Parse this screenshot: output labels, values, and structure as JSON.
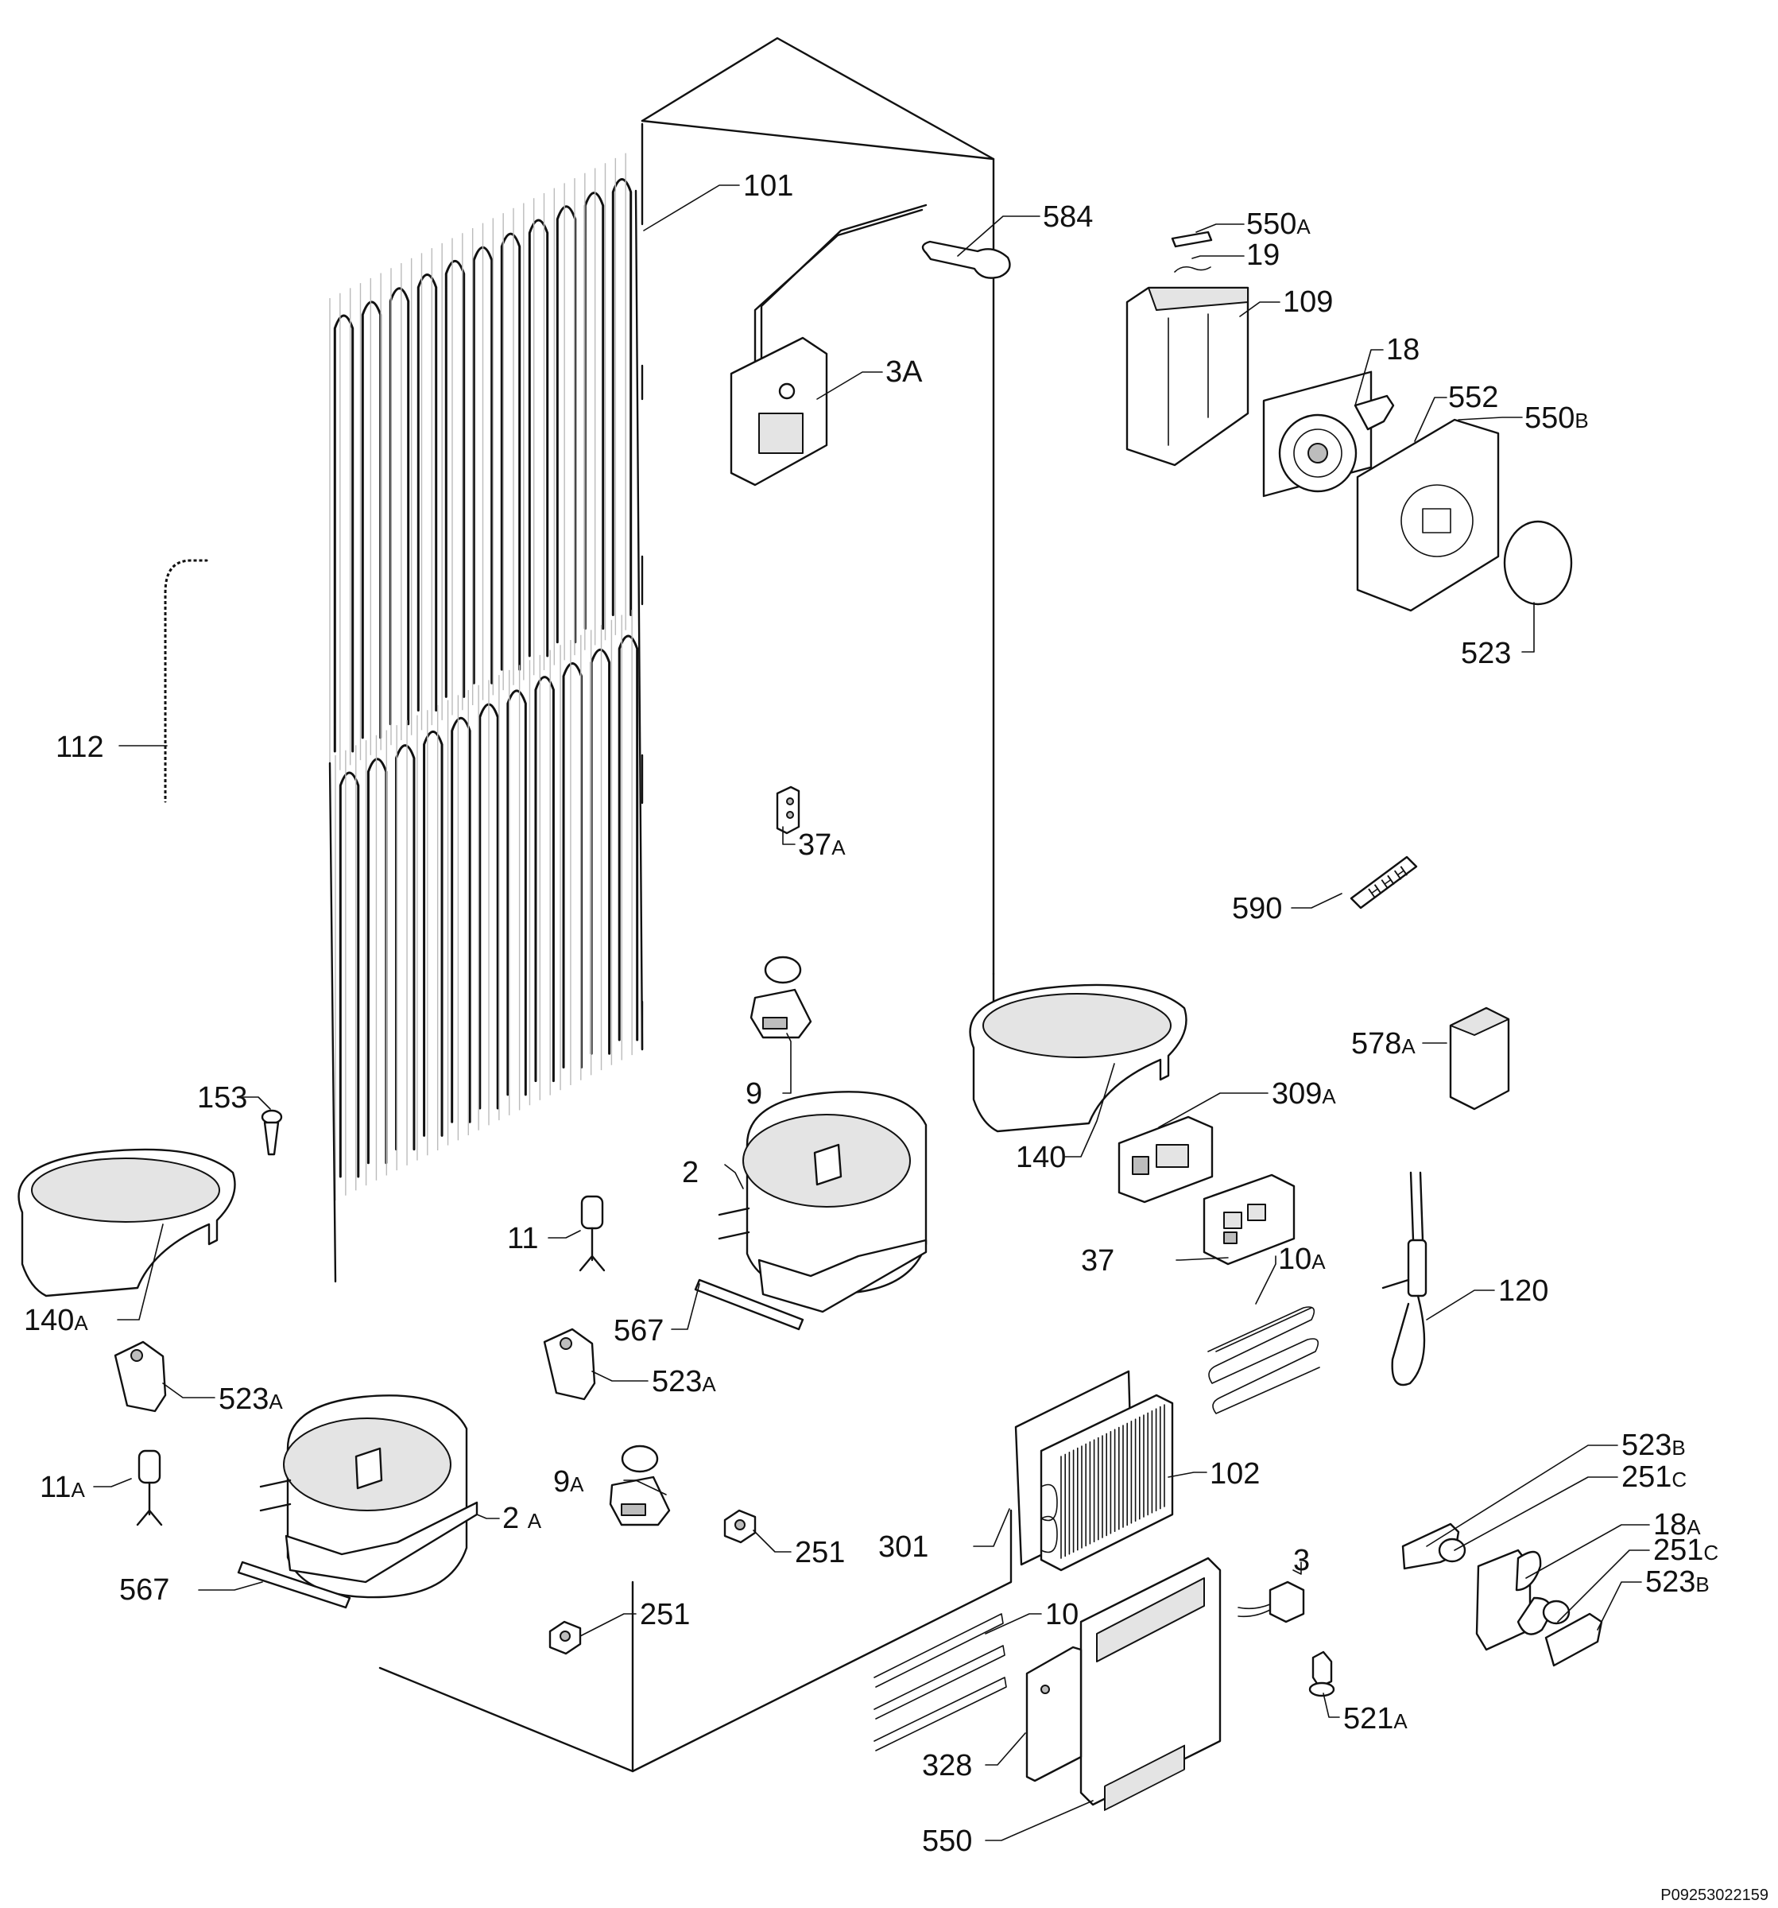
{
  "drawing_code": "P09253022159",
  "callouts": [
    {
      "id": "101",
      "num": "101",
      "suffix": ""
    },
    {
      "id": "584",
      "num": "584",
      "suffix": ""
    },
    {
      "id": "550A",
      "num": "550",
      "suffix": "A"
    },
    {
      "id": "19",
      "num": "19",
      "suffix": ""
    },
    {
      "id": "109",
      "num": "109",
      "suffix": ""
    },
    {
      "id": "18",
      "num": "18",
      "suffix": ""
    },
    {
      "id": "3A",
      "num": "3A",
      "suffix": ""
    },
    {
      "id": "552",
      "num": "552",
      "suffix": ""
    },
    {
      "id": "550B",
      "num": "550",
      "suffix": "B"
    },
    {
      "id": "523",
      "num": "523",
      "suffix": ""
    },
    {
      "id": "112",
      "num": "112",
      "suffix": ""
    },
    {
      "id": "37A",
      "num": "37",
      "suffix": "A"
    },
    {
      "id": "590",
      "num": "590",
      "suffix": ""
    },
    {
      "id": "578A",
      "num": "578",
      "suffix": "A"
    },
    {
      "id": "9",
      "num": "9",
      "suffix": ""
    },
    {
      "id": "153",
      "num": "153",
      "suffix": ""
    },
    {
      "id": "140",
      "num": "140",
      "suffix": ""
    },
    {
      "id": "309A",
      "num": "309",
      "suffix": "A"
    },
    {
      "id": "2",
      "num": "2",
      "suffix": ""
    },
    {
      "id": "11",
      "num": "11",
      "suffix": ""
    },
    {
      "id": "37",
      "num": "37",
      "suffix": ""
    },
    {
      "id": "10A",
      "num": "10",
      "suffix": "A"
    },
    {
      "id": "120",
      "num": "120",
      "suffix": ""
    },
    {
      "id": "140A",
      "num": "140",
      "suffix": "A"
    },
    {
      "id": "567a",
      "num": "567",
      "suffix": ""
    },
    {
      "id": "523Aa",
      "num": "523",
      "suffix": "A"
    },
    {
      "id": "523Ab",
      "num": "523",
      "suffix": "A"
    },
    {
      "id": "523Ba",
      "num": "523",
      "suffix": "B"
    },
    {
      "id": "251Ca",
      "num": "251",
      "suffix": "C"
    },
    {
      "id": "9A",
      "num": "9",
      "suffix": "A"
    },
    {
      "id": "102",
      "num": "102",
      "suffix": ""
    },
    {
      "id": "18A",
      "num": "18",
      "suffix": "A"
    },
    {
      "id": "251Cb",
      "num": "251",
      "suffix": "C"
    },
    {
      "id": "11A",
      "num": "11",
      "suffix": "A"
    },
    {
      "id": "2A",
      "num": "2 ",
      "suffix": "A"
    },
    {
      "id": "251a",
      "num": "251",
      "suffix": ""
    },
    {
      "id": "301",
      "num": "301",
      "suffix": ""
    },
    {
      "id": "3",
      "num": "3",
      "suffix": ""
    },
    {
      "id": "523Bb",
      "num": "523",
      "suffix": "B"
    },
    {
      "id": "567b",
      "num": "567",
      "suffix": ""
    },
    {
      "id": "251b",
      "num": "251",
      "suffix": ""
    },
    {
      "id": "10",
      "num": "10",
      "suffix": ""
    },
    {
      "id": "521A",
      "num": "521",
      "suffix": "A"
    },
    {
      "id": "328",
      "num": "328",
      "suffix": ""
    },
    {
      "id": "550",
      "num": "550",
      "suffix": ""
    }
  ]
}
